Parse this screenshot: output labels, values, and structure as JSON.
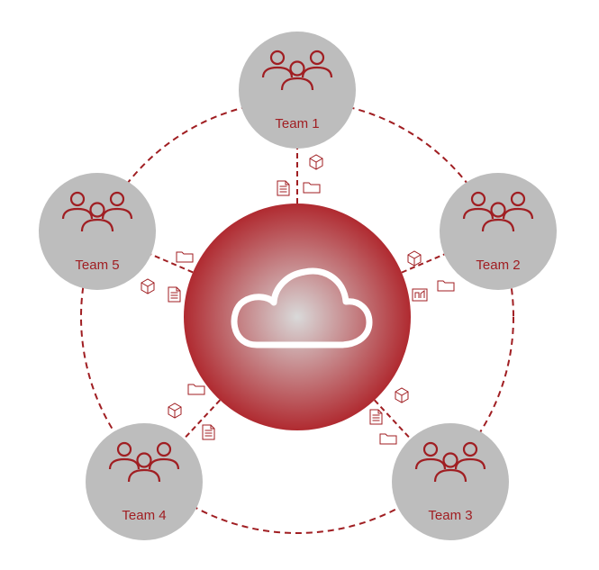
{
  "colors": {
    "accent": "#a01e22",
    "node_fill": "#bdbdbd",
    "ring_stroke": "#a01e22",
    "hub_center": "#d9d9d9",
    "hub_edge": "#b02a30",
    "cloud_stroke": "#ffffff"
  },
  "hub": {
    "icon": "cloud-icon"
  },
  "teams": [
    {
      "label": "Team 1",
      "icon": "team-group-icon"
    },
    {
      "label": "Team 2",
      "icon": "team-group-icon"
    },
    {
      "label": "Team 3",
      "icon": "team-group-icon"
    },
    {
      "label": "Team 4",
      "icon": "team-group-icon"
    },
    {
      "label": "Team 5",
      "icon": "team-group-icon"
    }
  ],
  "link_icons": [
    "document-icon",
    "folder-icon",
    "package-icon",
    "blueprint-icon"
  ]
}
